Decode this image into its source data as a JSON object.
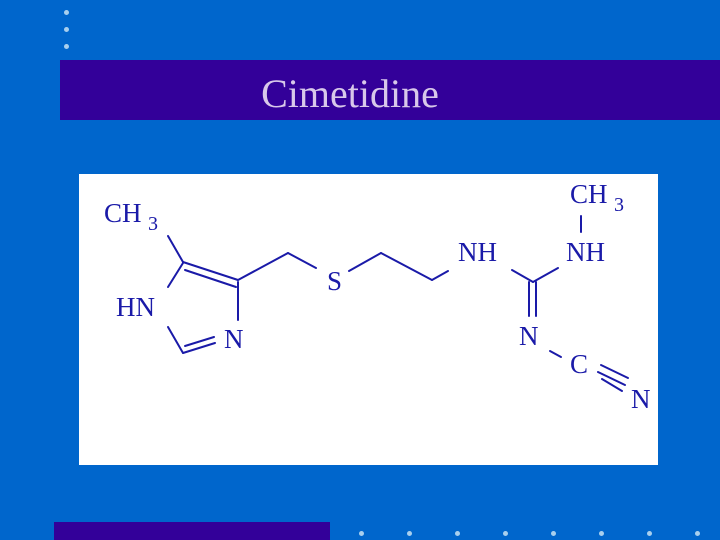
{
  "slide": {
    "title": "Cimetidine",
    "colors": {
      "background": "#0066cc",
      "title_bar": "#330099",
      "title_text": "#d8c8ea",
      "panel": "#ffffff",
      "structure": "#1a1aa8",
      "dots": "#a8cfee"
    }
  },
  "structure": {
    "labels": {
      "ch3_ring": "CH",
      "ch3_ring_sub": "3",
      "hn": "HN",
      "n_ring": "N",
      "s": "S",
      "nh1": "NH",
      "nh2": "NH",
      "ch3_top": "CH",
      "ch3_top_sub": "3",
      "n_imine": "N",
      "c_nitrile": "C",
      "n_nitrile": "N"
    }
  }
}
